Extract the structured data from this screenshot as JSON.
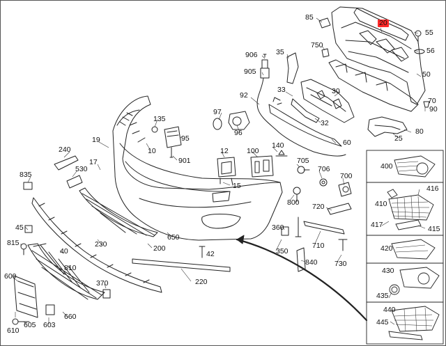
{
  "diagram": {
    "highlight_color": "#ff2a2a",
    "labels": {
      "l85": "85",
      "l20": "20",
      "l55": "55",
      "l56": "56",
      "l750": "750",
      "l906": "906",
      "l35": "35",
      "l905": "905",
      "l50": "50",
      "l92": "92",
      "l33": "33",
      "l30": "30",
      "l70": "70",
      "l90": "90",
      "l97": "97",
      "l96": "96",
      "l32": "32",
      "l135": "135",
      "l95": "95",
      "l80": "80",
      "l25": "25",
      "l19": "19",
      "l60": "60",
      "l240": "240",
      "l10": "10",
      "l12": "12",
      "l100": "100",
      "l140": "140",
      "l901": "901",
      "l17": "17",
      "l530": "530",
      "l15": "15",
      "l705": "705",
      "l835": "835",
      "l706": "706",
      "l700": "700",
      "l800": "800",
      "l720": "720",
      "l45": "45",
      "l360": "360",
      "l815": "815",
      "l230": "230",
      "l200": "200",
      "l650": "650",
      "l710": "710",
      "l40": "40",
      "l42": "42",
      "l350": "350",
      "l840": "840",
      "l730": "730",
      "l810": "810",
      "l600": "600",
      "l370": "370",
      "l220": "220",
      "l610": "610",
      "l605": "605",
      "l603": "603",
      "l660": "660",
      "l400": "400",
      "l416": "416",
      "l410": "410",
      "l417": "417",
      "l415": "415",
      "l420": "420",
      "l430": "430",
      "l435": "435",
      "l440": "440",
      "l445": "445"
    }
  }
}
